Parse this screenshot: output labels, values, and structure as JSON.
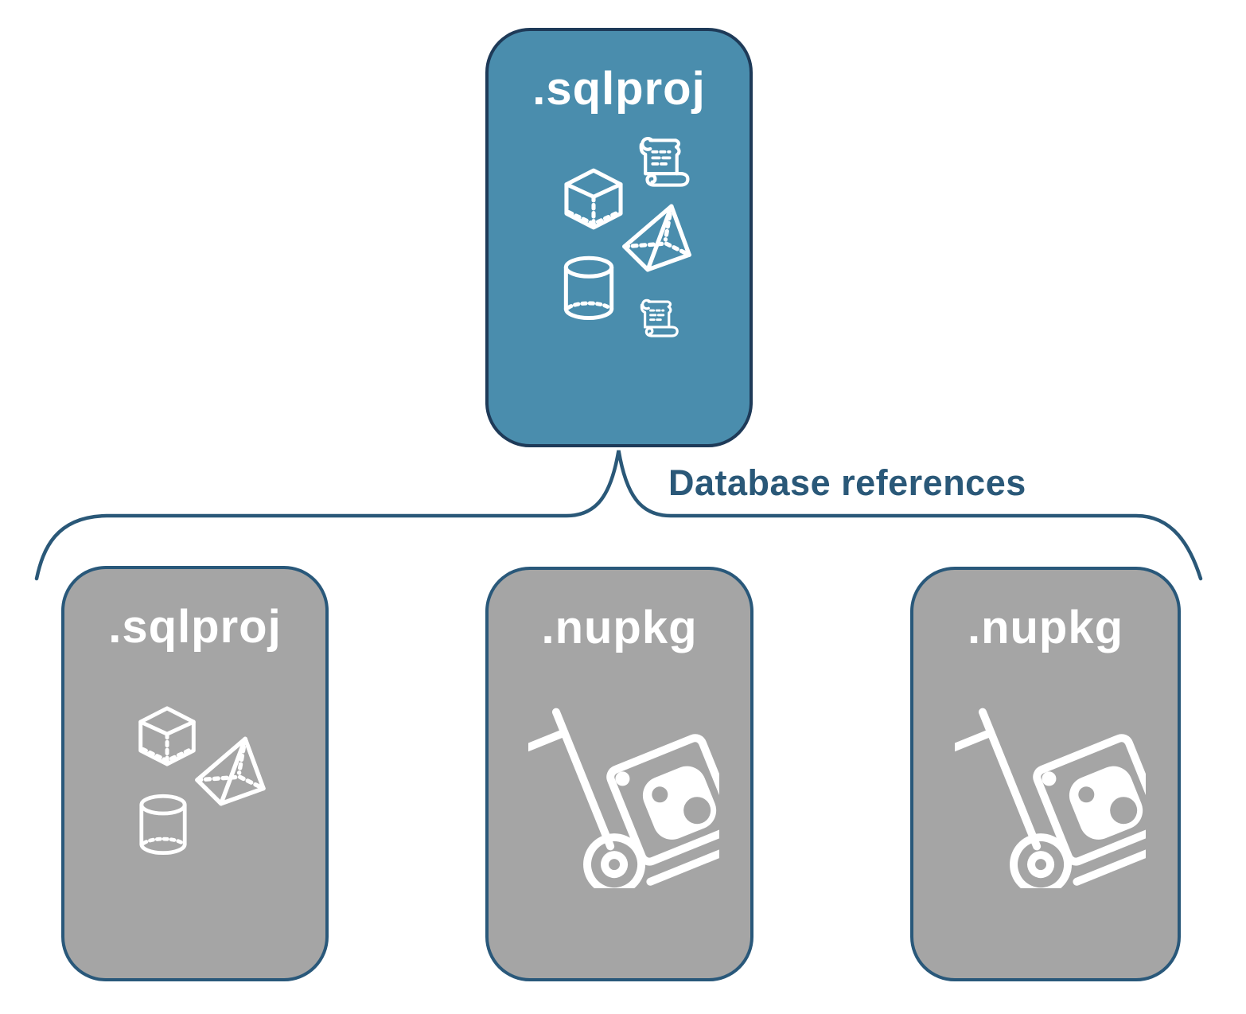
{
  "colors": {
    "background": "#ffffff",
    "accent_fill": "#4a8dad",
    "accent_border": "#1e3a58",
    "gray_fill": "#a5a5a5",
    "gray_border": "#29587a",
    "connector": "#2a5878",
    "label_text": "#ffffff",
    "icon_stroke": "#ffffff"
  },
  "root_box": {
    "label": ".sqlproj",
    "icons": [
      "script-scroll-icon",
      "cube-icon",
      "pyramid-icon",
      "database-cylinder-icon",
      "script-scroll-icon"
    ]
  },
  "connector": {
    "label": "Database references",
    "shape": "upside-down-curly-brace"
  },
  "child_boxes": [
    {
      "label": ".sqlproj",
      "icons": [
        "cube-icon",
        "pyramid-icon",
        "database-cylinder-icon"
      ]
    },
    {
      "label": ".nupkg",
      "icons": [
        "nuget-package-handtruck-icon"
      ]
    },
    {
      "label": ".nupkg",
      "icons": [
        "nuget-package-handtruck-icon"
      ]
    }
  ]
}
